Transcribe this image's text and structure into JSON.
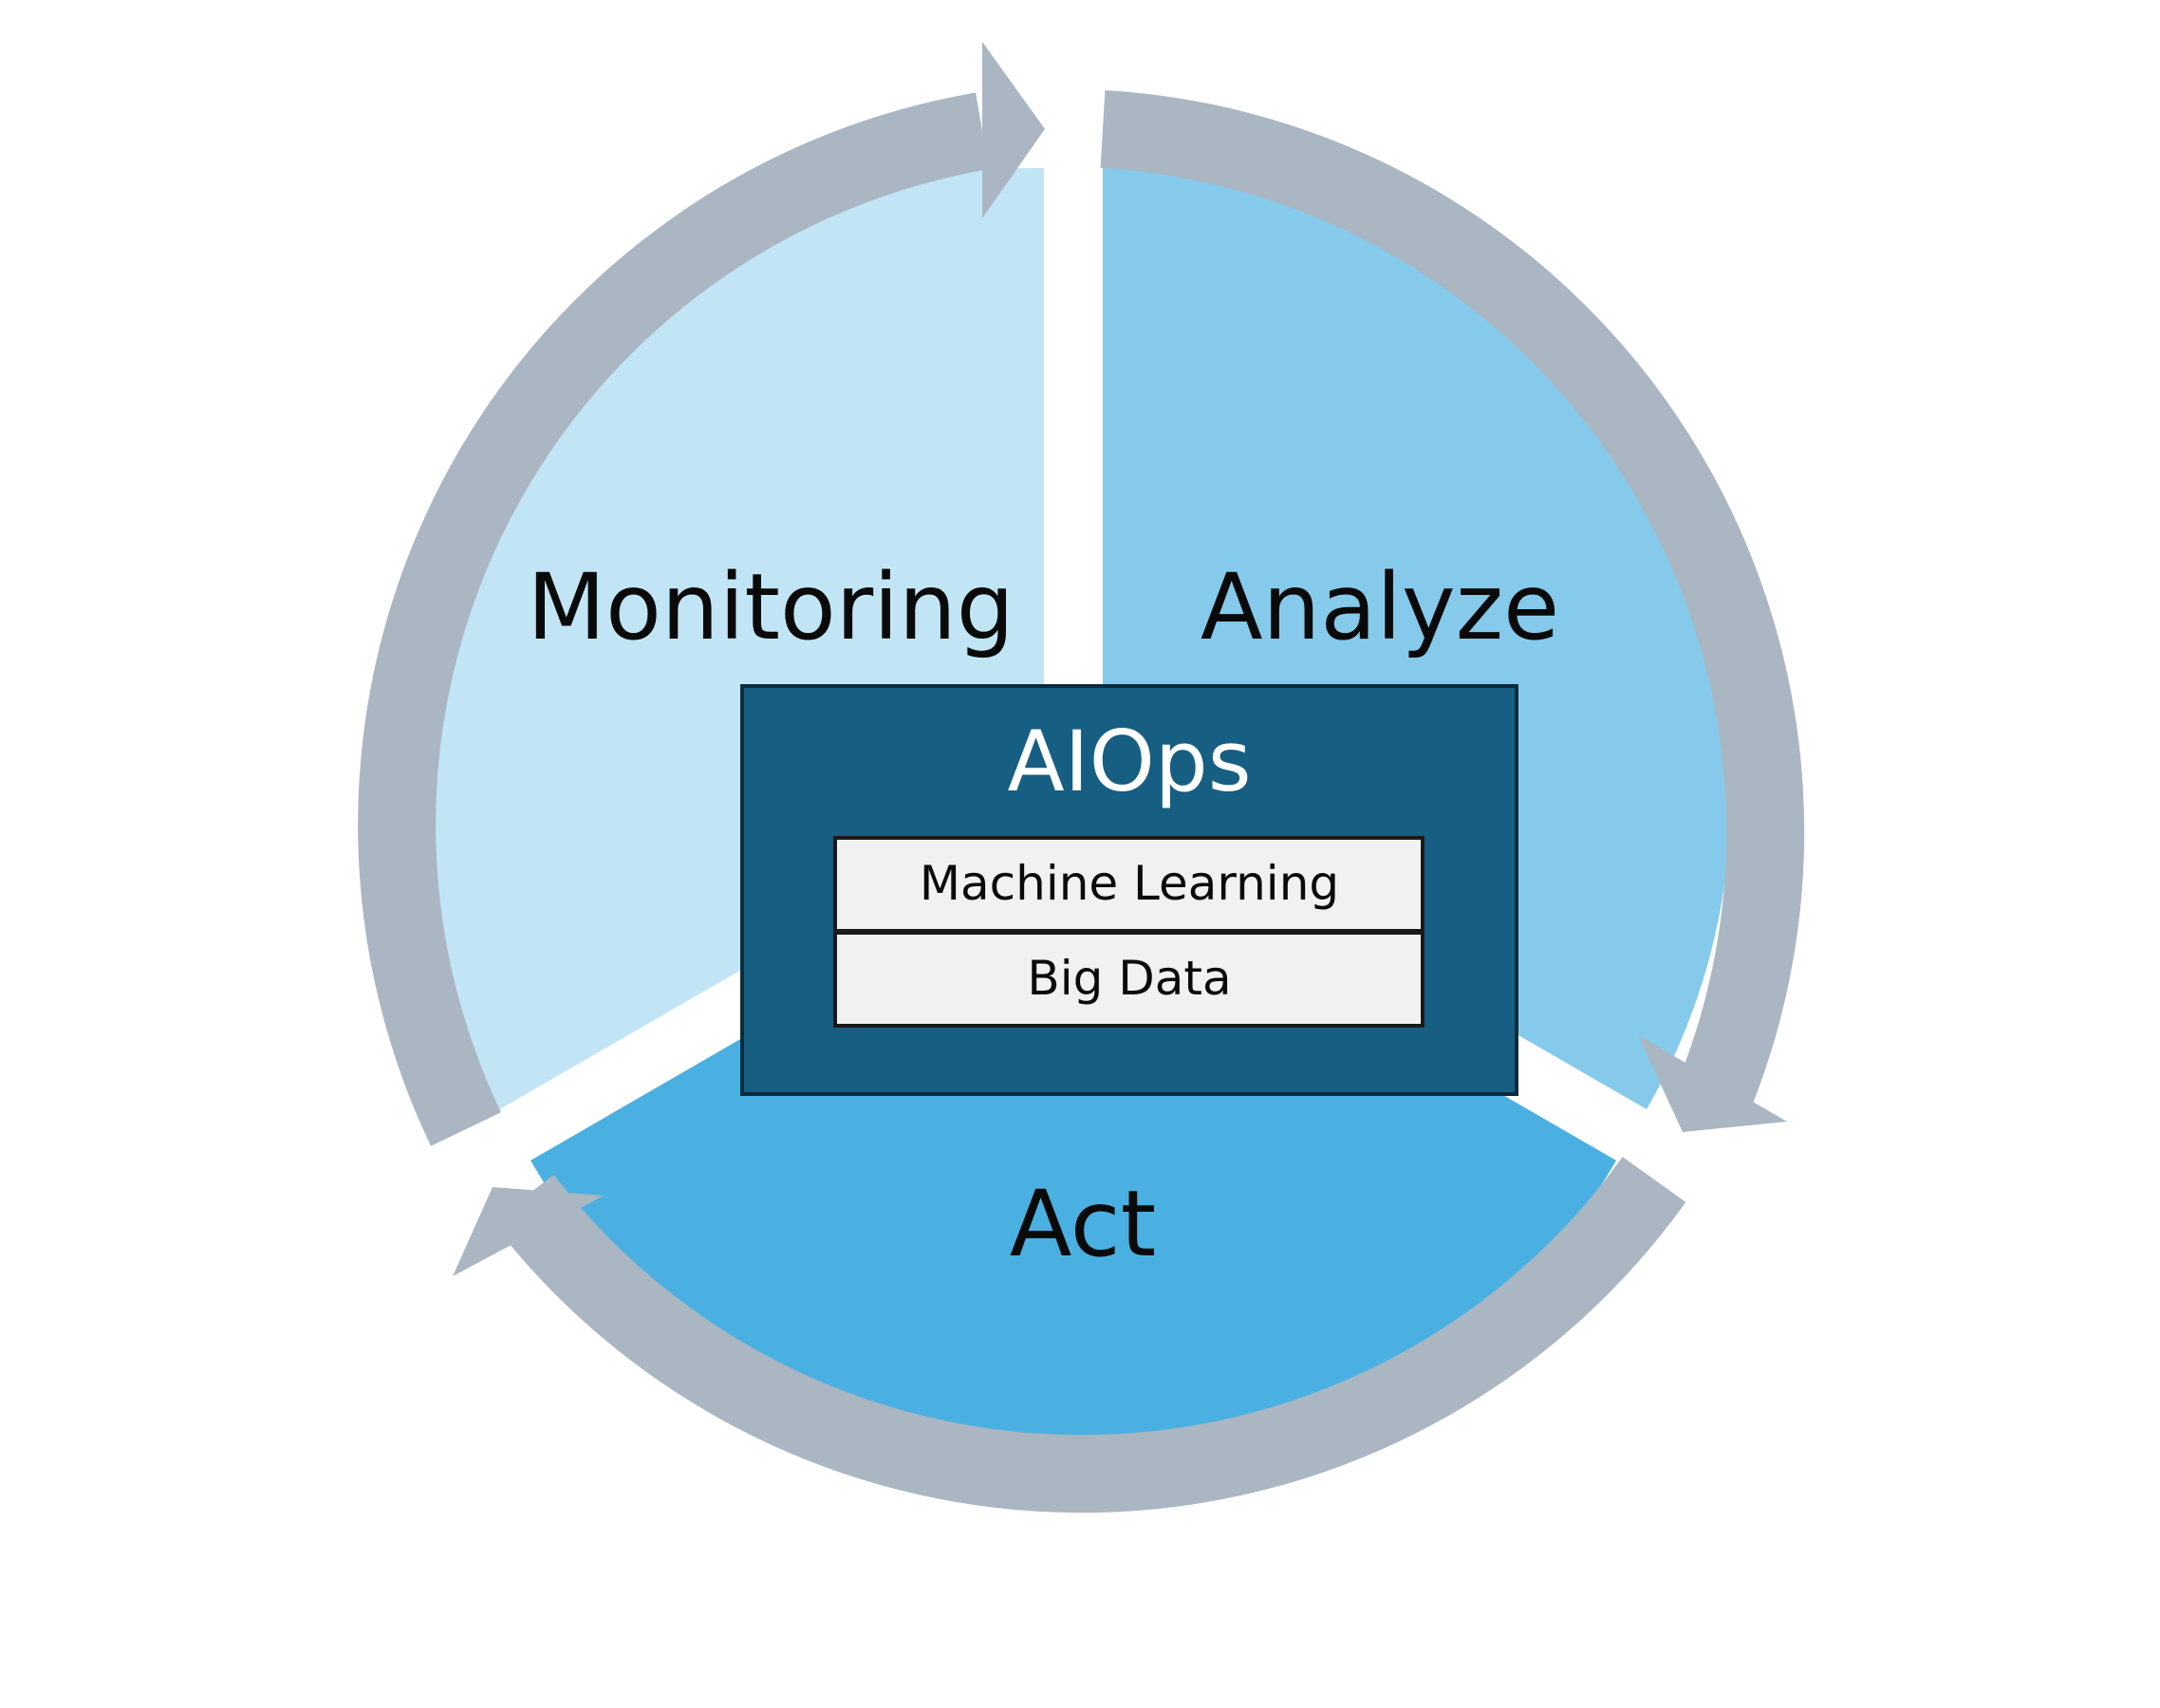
{
  "diagram": {
    "segments": {
      "monitoring": "Monitoring",
      "analyze": "Analyze",
      "act": "Act"
    },
    "center": {
      "title": "AIOps",
      "layers": [
        "Machine Learning",
        "Big Data"
      ]
    }
  },
  "colors": {
    "monitoring_fill": "#C2E5F5",
    "analyze_fill": "#85CAEB",
    "act_fill": "#4AB0E1",
    "arrow": "#AAB6C2",
    "center_box": "#175E83",
    "center_border": "#0C2B3D",
    "layer_fill": "#F1F1F1",
    "layer_border": "#1A1A1A"
  }
}
